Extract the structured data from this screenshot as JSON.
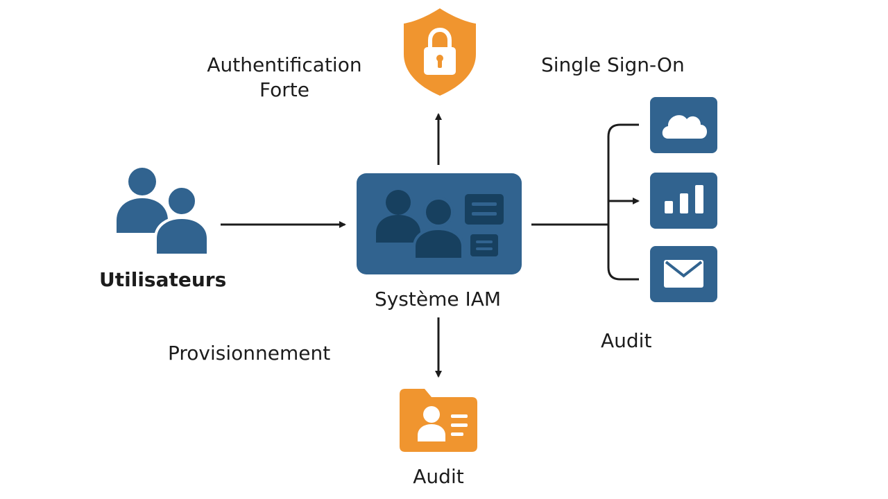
{
  "labels": {
    "auth_line1": "Authentification",
    "auth_line2": "Forte",
    "sso": "Single Sign-On",
    "users": "Utilisateurs",
    "iam": "Système IAM",
    "provisioning": "Provisionnement",
    "audit_right": "Audit",
    "audit_bottom": "Audit"
  },
  "colors": {
    "blue": "#31638f",
    "blue_dark": "#17405f",
    "orange": "#f0952f",
    "line": "#1c1c1c"
  },
  "icons": {
    "top": "shield-lock-icon",
    "left": "users-icon",
    "center": "iam-system-icon",
    "apps": [
      "cloud-icon",
      "bar-chart-icon",
      "mail-icon"
    ],
    "bottom": "user-folder-icon"
  }
}
